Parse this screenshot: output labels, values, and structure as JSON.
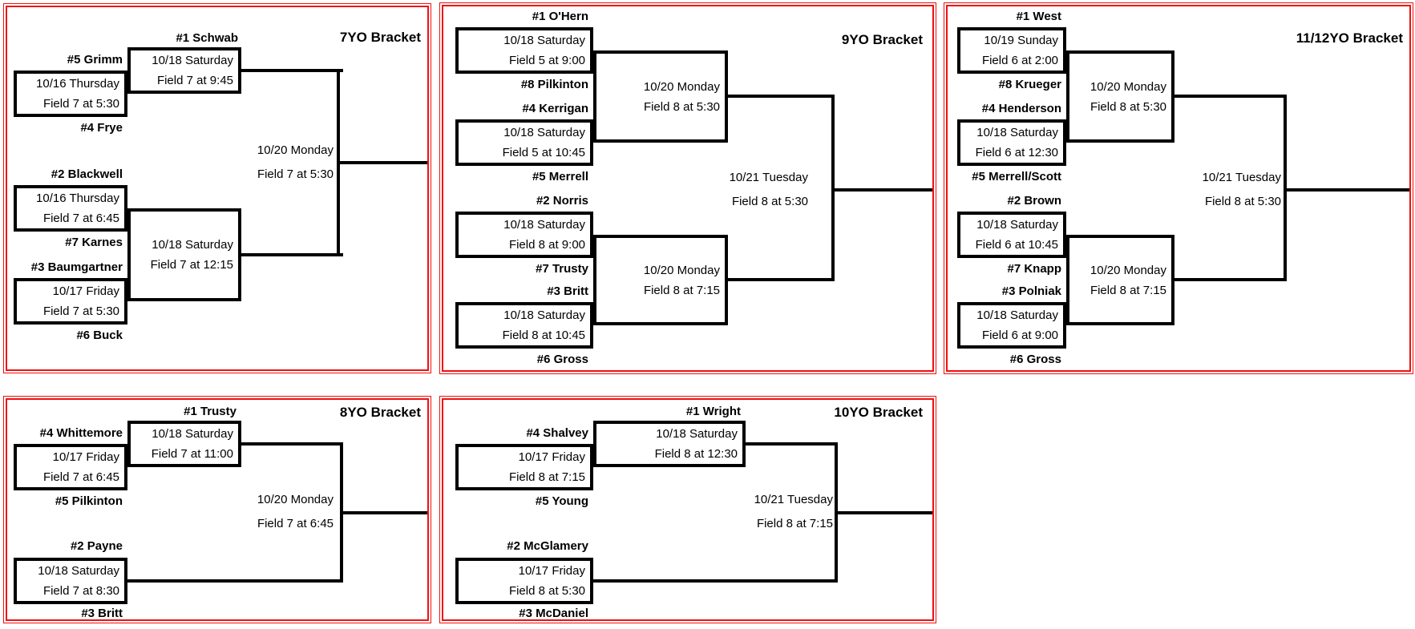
{
  "colors": {
    "panel_border": "#ee1111",
    "bracket_line": "#000000",
    "text": "#000000"
  },
  "brackets": [
    {
      "title": "7YO Bracket",
      "bye_team": "#1 Schwab",
      "round1": [
        {
          "top": "#5 Grimm",
          "bottom": "#4 Frye",
          "date": "10/16 Thursday",
          "field": "Field 7 at 5:30"
        },
        {
          "top": "#2 Blackwell",
          "bottom": "#7 Karnes",
          "date": "10/16 Thursday",
          "field": "Field 7 at 6:45"
        },
        {
          "top": "#3 Baumgartner",
          "bottom": "#6 Buck",
          "date": "10/17 Friday",
          "field": "Field 7 at 5:30"
        }
      ],
      "semifinals": [
        {
          "date": "10/18 Saturday",
          "field": "Field 7 at 9:45"
        },
        {
          "date": "10/18 Saturday",
          "field": "Field 7 at 12:15"
        }
      ],
      "final": {
        "date": "10/20 Monday",
        "field": "Field 7 at 5:30"
      }
    },
    {
      "title": "9YO Bracket",
      "quarterfinals": [
        {
          "top": "#1 O'Hern",
          "bottom": "#8 Pilkinton",
          "date": "10/18 Saturday",
          "field": "Field 5 at 9:00"
        },
        {
          "top": "#4 Kerrigan",
          "bottom": "#5 Merrell",
          "date": "10/18 Saturday",
          "field": "Field 5 at 10:45"
        },
        {
          "top": "#2 Norris",
          "bottom": "#7 Trusty",
          "date": "10/18 Saturday",
          "field": "Field 8 at 9:00"
        },
        {
          "top": "#3 Britt",
          "bottom": "#6 Gross",
          "date": "10/18 Saturday",
          "field": "Field 8 at 10:45"
        }
      ],
      "semifinals": [
        {
          "date": "10/20 Monday",
          "field": "Field 8 at 5:30"
        },
        {
          "date": "10/20 Monday",
          "field": "Field 8 at 7:15"
        }
      ],
      "final": {
        "date": "10/21 Tuesday",
        "field": "Field 8 at 5:30"
      }
    },
    {
      "title": "11/12YO Bracket",
      "quarterfinals": [
        {
          "top": "#1 West",
          "bottom": "#8 Krueger",
          "date": "10/19 Sunday",
          "field": "Field 6 at 2:00"
        },
        {
          "top": "#4 Henderson",
          "bottom": "#5 Merrell/Scott",
          "date": "10/18 Saturday",
          "field": "Field 6 at 12:30"
        },
        {
          "top": "#2 Brown",
          "bottom": "#7 Knapp",
          "date": "10/18 Saturday",
          "field": "Field 6 at 10:45"
        },
        {
          "top": "#3 Polniak",
          "bottom": "#6 Gross",
          "date": "10/18 Saturday",
          "field": "Field 6 at 9:00"
        }
      ],
      "semifinals": [
        {
          "date": "10/20 Monday",
          "field": "Field 8 at 5:30"
        },
        {
          "date": "10/20 Monday",
          "field": "Field 8 at 7:15"
        }
      ],
      "final": {
        "date": "10/21 Tuesday",
        "field": "Field 8 at 5:30"
      }
    },
    {
      "title": "8YO Bracket",
      "bye_team": "#1 Trusty",
      "round1": [
        {
          "top": "#4 Whittemore",
          "bottom": "#5 Pilkinton",
          "date": "10/17 Friday",
          "field": "Field 7 at 6:45"
        },
        {
          "top": "#2 Payne",
          "bottom": "#3 Britt",
          "date": "10/18 Saturday",
          "field": "Field 7 at 8:30"
        }
      ],
      "semifinal": {
        "date": "10/18 Saturday",
        "field": "Field 7 at 11:00"
      },
      "final": {
        "date": "10/20 Monday",
        "field": "Field 7 at 6:45"
      }
    },
    {
      "title": "10YO Bracket",
      "bye_team": "#1 Wright",
      "round1": [
        {
          "top": "#4 Shalvey",
          "bottom": "#5 Young",
          "date": "10/17 Friday",
          "field": "Field 8 at 7:15"
        },
        {
          "top": "#2 McGlamery",
          "bottom": "#3 McDaniel",
          "date": "10/17 Friday",
          "field": "Field 8 at 5:30"
        }
      ],
      "semifinal": {
        "date": "10/18 Saturday",
        "field": "Field 8 at 12:30"
      },
      "final": {
        "date": "10/21 Tuesday",
        "field": "Field 8 at 7:15"
      }
    }
  ]
}
